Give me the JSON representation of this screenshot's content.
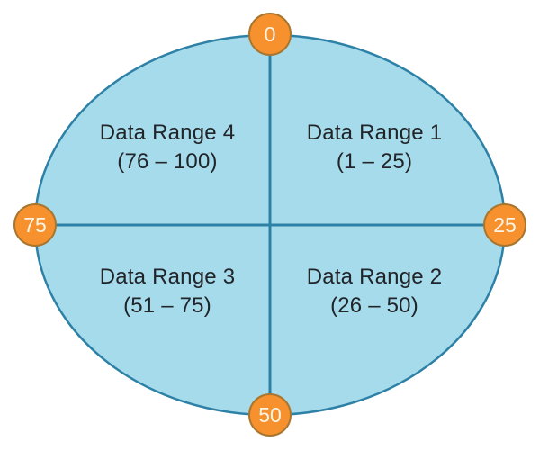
{
  "diagram": {
    "type": "quadrant-ellipse",
    "quadrants": [
      {
        "label": "Data Range 1",
        "range": "(1 – 25)",
        "position": "top-right"
      },
      {
        "label": "Data Range 2",
        "range": "(26 – 50)",
        "position": "bottom-right"
      },
      {
        "label": "Data Range 3",
        "range": "(51 – 75)",
        "position": "bottom-left"
      },
      {
        "label": "Data Range 4",
        "range": "(76 – 100)",
        "position": "top-left"
      }
    ],
    "axis_markers": [
      {
        "value": "0",
        "position": "top"
      },
      {
        "value": "25",
        "position": "right"
      },
      {
        "value": "50",
        "position": "bottom"
      },
      {
        "value": "75",
        "position": "left"
      }
    ],
    "colors": {
      "background": "#FFFFFF",
      "ellipse_fill": "#A6DBEB",
      "ellipse_stroke": "#2E81A6",
      "axis_line": "#2E81A6",
      "marker_fill": "#F7912D",
      "marker_stroke": "#A8762F",
      "marker_text": "#FCF4E4",
      "quadrant_text": "#212529"
    }
  }
}
